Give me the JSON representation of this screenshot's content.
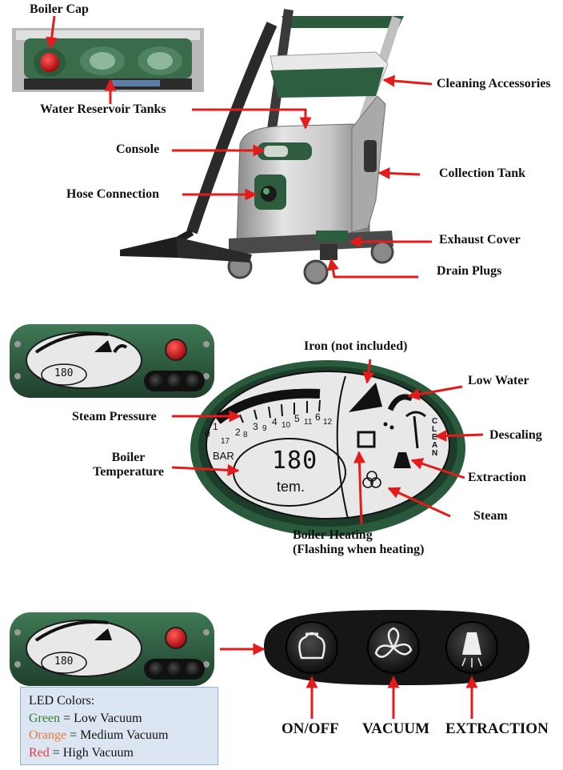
{
  "machine_labels": {
    "boiler_cap": "Boiler Cap",
    "water_reservoir_tanks": "Water Reservoir Tanks",
    "console": "Console",
    "hose_connection": "Hose Connection",
    "cleaning_accessories": "Cleaning Accessories",
    "collection_tank": "Collection Tank",
    "exhaust_cover": "Exhaust Cover",
    "drain_plugs": "Drain Plugs"
  },
  "console_labels": {
    "iron": "Iron (not included)",
    "low_water": "Low Water",
    "descaling": "Descaling",
    "extraction": "Extraction",
    "steam": "Steam",
    "steam_pressure": "Steam Pressure",
    "boiler_temperature_line1": "Boiler",
    "boiler_temperature_line2": "Temperature",
    "boiler_heating_line1": "Boiler Heating",
    "boiler_heating_line2": "(Flashing when heating)"
  },
  "display": {
    "temperature_value": "180",
    "temperature_unit": "tem.",
    "bar_label": "BAR",
    "clean_label": "CLEAN",
    "scale": [
      "0",
      "1",
      "17",
      "2",
      "8",
      "3",
      "9",
      "4",
      "10",
      "5",
      "11",
      "6",
      "12"
    ]
  },
  "buttons": {
    "on_off": "ON/OFF",
    "vacuum": "VACUUM",
    "extraction": "EXTRACTION"
  },
  "legend": {
    "title": "LED Colors:",
    "items": [
      {
        "color_name": "Green",
        "meaning": "= Low Vacuum",
        "color": "#2e7d32"
      },
      {
        "color_name": "Orange",
        "meaning": "= Medium Vacuum",
        "color": "#e8793a"
      },
      {
        "color_name": "Red",
        "meaning": "= High Vacuum",
        "color": "#e53935"
      }
    ]
  },
  "colors": {
    "arrow": "#e31b1b",
    "console_green": "#2f5c3f",
    "display_gray": "#e8e8e8"
  }
}
